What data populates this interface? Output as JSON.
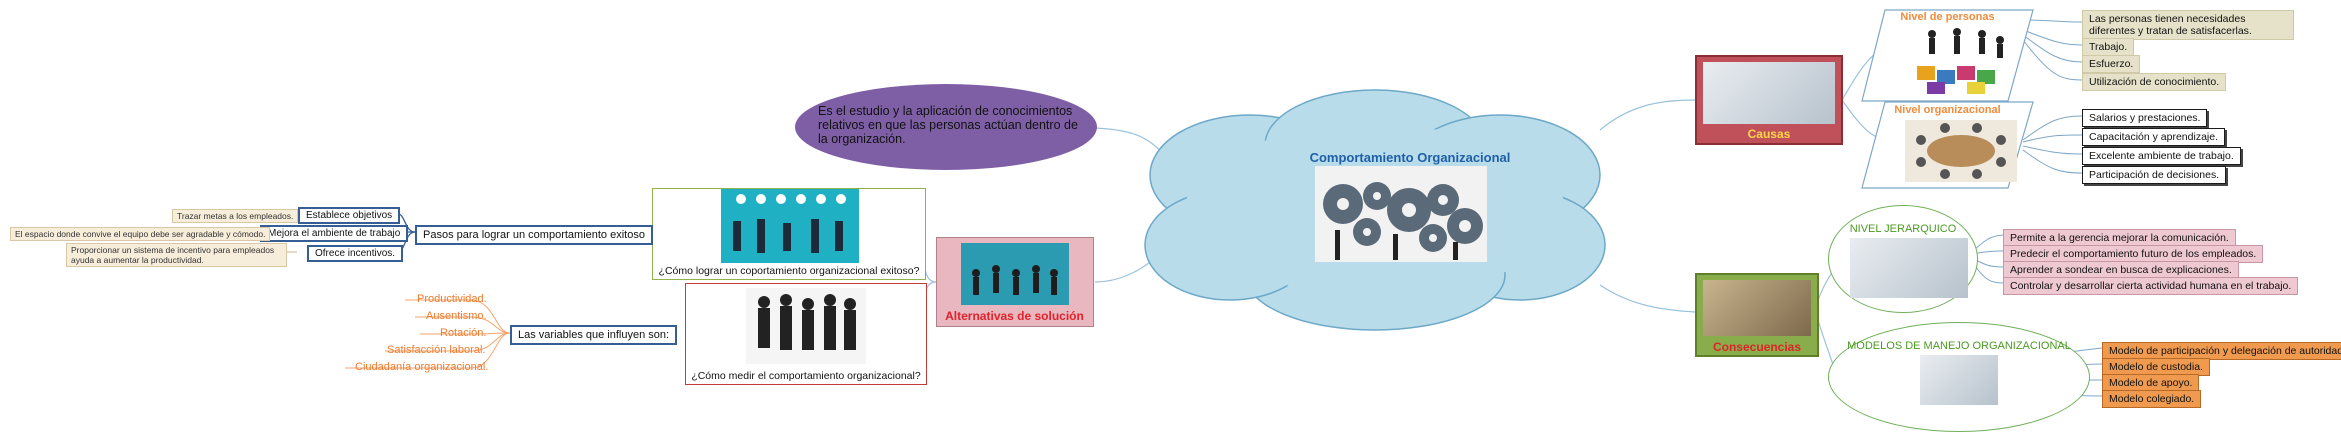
{
  "center": {
    "title": "Comportamiento Organizacional"
  },
  "definition": {
    "text": "Es el estudio y la aplicación de conocimientos relativos en que las personas actúan dentro de la organización."
  },
  "causas": {
    "label": "Causas",
    "nivel_personas": {
      "title": "Nivel de personas",
      "items": [
        "Las personas tienen necesidades diferentes y tratan de satisfacerlas.",
        "Trabajo.",
        "Esfuerzo.",
        "Utilización de conocimiento."
      ]
    },
    "nivel_organizacional": {
      "title": "Nivel organizacional",
      "items": [
        "Salarios y prestaciones.",
        "Capacitación y aprendizaje.",
        "Excelente ambiente de trabajo.",
        "Participación de decisiones."
      ]
    }
  },
  "consecuencias": {
    "label": "Consecuencias",
    "nivel_jerarquico": {
      "title": "NIVEL JERARQUICO",
      "items": [
        "Permite a la gerencia mejorar la comunicación.",
        "Predecir el comportamiento futuro de los empleados.",
        "Aprender a sondear en busca de explicaciones.",
        "Controlar y desarrollar cierta actividad humana en el trabajo."
      ]
    },
    "modelos": {
      "title": "MODELOS DE MANEJO ORGANIZACIONAL",
      "items": [
        "Modelo de participación y delegación de autoridad.",
        "Modelo de custodia.",
        "Modelo de apoyo.",
        "Modelo colegiado."
      ]
    }
  },
  "alternativas": {
    "label": "Alternativas de solución",
    "como_lograr": {
      "caption": "¿Cómo lograr un coportamiento organizacional exitoso?",
      "pasos": "Pasos para lograr un comportamiento exitoso",
      "steps": [
        {
          "label": "Establece objetivos",
          "note": "Trazar metas a los empleados."
        },
        {
          "label": "Mejora el ambiente de trabajo",
          "note": "El espacio donde convive el equipo debe ser agradable y cómodo."
        },
        {
          "label": "Ofrece incentivos.",
          "note": "Proporcionar un sistema de incentivo para empleados ayuda a aumentar la productividad."
        }
      ]
    },
    "como_medir": {
      "caption": "¿Cómo medir el comportamiento organizacional?",
      "variables": "Las variables que influyen son:",
      "items": [
        "Productividad.",
        "Ausentismo.",
        "Rotación.",
        "Satisfacción laboral.",
        "Ciudadanía organizacional."
      ]
    }
  },
  "colors": {
    "cloud": "#b8dcea",
    "purple": "#7e5fa6",
    "causas_box": "#c0505a",
    "consecuencias_box": "#89ad4b",
    "alternativas_box": "#e8b7bf",
    "title_blue": "#1f5fa8",
    "label_orange": "#f08c3c",
    "label_green": "#4b9a23",
    "alt_red": "#e0232b"
  }
}
